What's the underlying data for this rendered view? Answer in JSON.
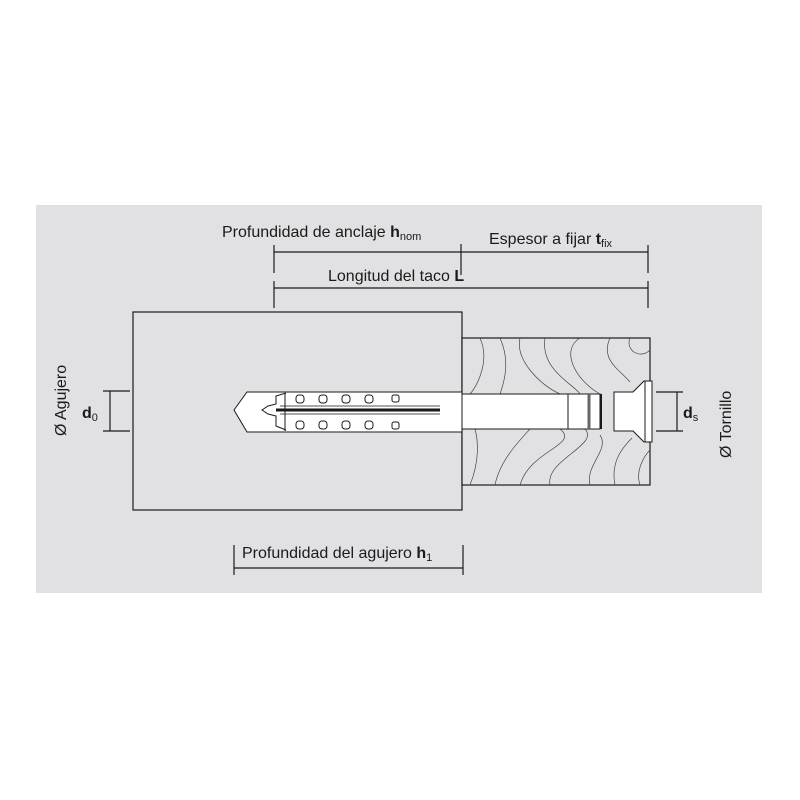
{
  "labels": {
    "anchor_depth": "Profundidad de anclaje ",
    "anchor_depth_symbol": "h",
    "anchor_depth_sub": "nom",
    "fix_thickness": "Espesor a fijar ",
    "fix_thickness_symbol": "t",
    "fix_thickness_sub": "fix",
    "plug_length": "Longitud del taco ",
    "plug_length_symbol": "L",
    "hole_depth": "Profundidad del agujero ",
    "hole_depth_symbol": "h",
    "hole_depth_sub": "1",
    "hole_diameter": "Ø Agujero",
    "hole_diameter_symbol": "d",
    "hole_diameter_sub": "0",
    "screw_diameter": "Ø Tornillo",
    "screw_diameter_symbol": "d",
    "screw_diameter_sub": "s"
  },
  "colors": {
    "panel": "#e1e1e3",
    "line": "#1a1a1a",
    "wood": "#e1e1e3"
  }
}
